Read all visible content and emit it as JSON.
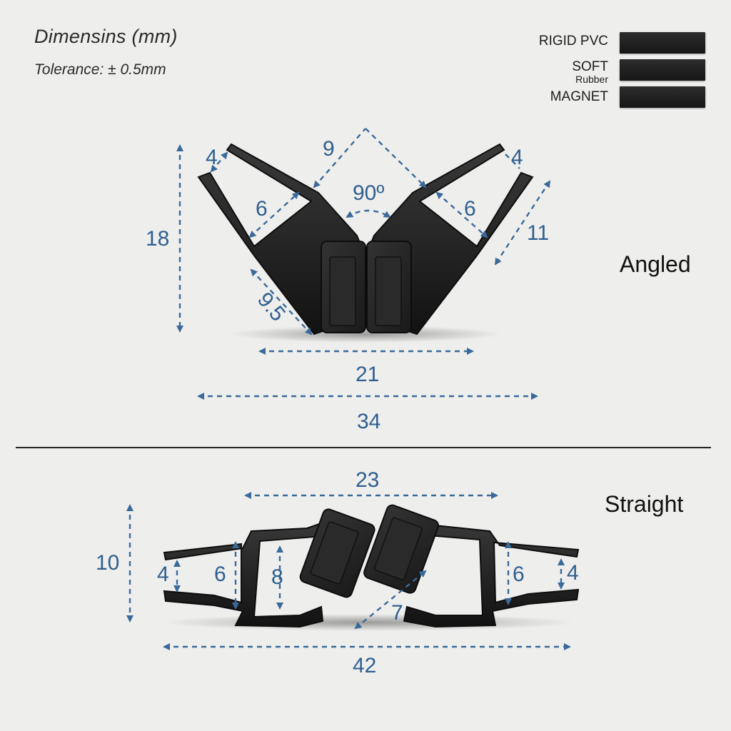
{
  "header": {
    "title": "Dimensins (mm)",
    "tolerance": "Tolerance: ±  0.5mm"
  },
  "legend": [
    {
      "label": "RIGID PVC",
      "sub": "",
      "color": "#222222"
    },
    {
      "label": "SOFT",
      "sub": "Rubber",
      "color": "#1c1c1c"
    },
    {
      "label": "MAGNET",
      "sub": "",
      "color": "#1a1a1a"
    }
  ],
  "angled": {
    "label": "Angled",
    "dims": {
      "height": "18",
      "lip_left": "4",
      "lip_right": "4",
      "arm": "9",
      "angle": "90º",
      "inner_left": "6",
      "inner_right": "6",
      "side_right": "11",
      "base_left": "9.5",
      "width_inner": "21",
      "width_total": "34"
    }
  },
  "straight": {
    "label": "Straight",
    "dims": {
      "top_width": "23",
      "height": "10",
      "lip_left": "4",
      "inner_left": "6",
      "channel": "8",
      "magnet": "7",
      "inner_right": "6",
      "lip_right": "4",
      "width_total": "42"
    }
  }
}
